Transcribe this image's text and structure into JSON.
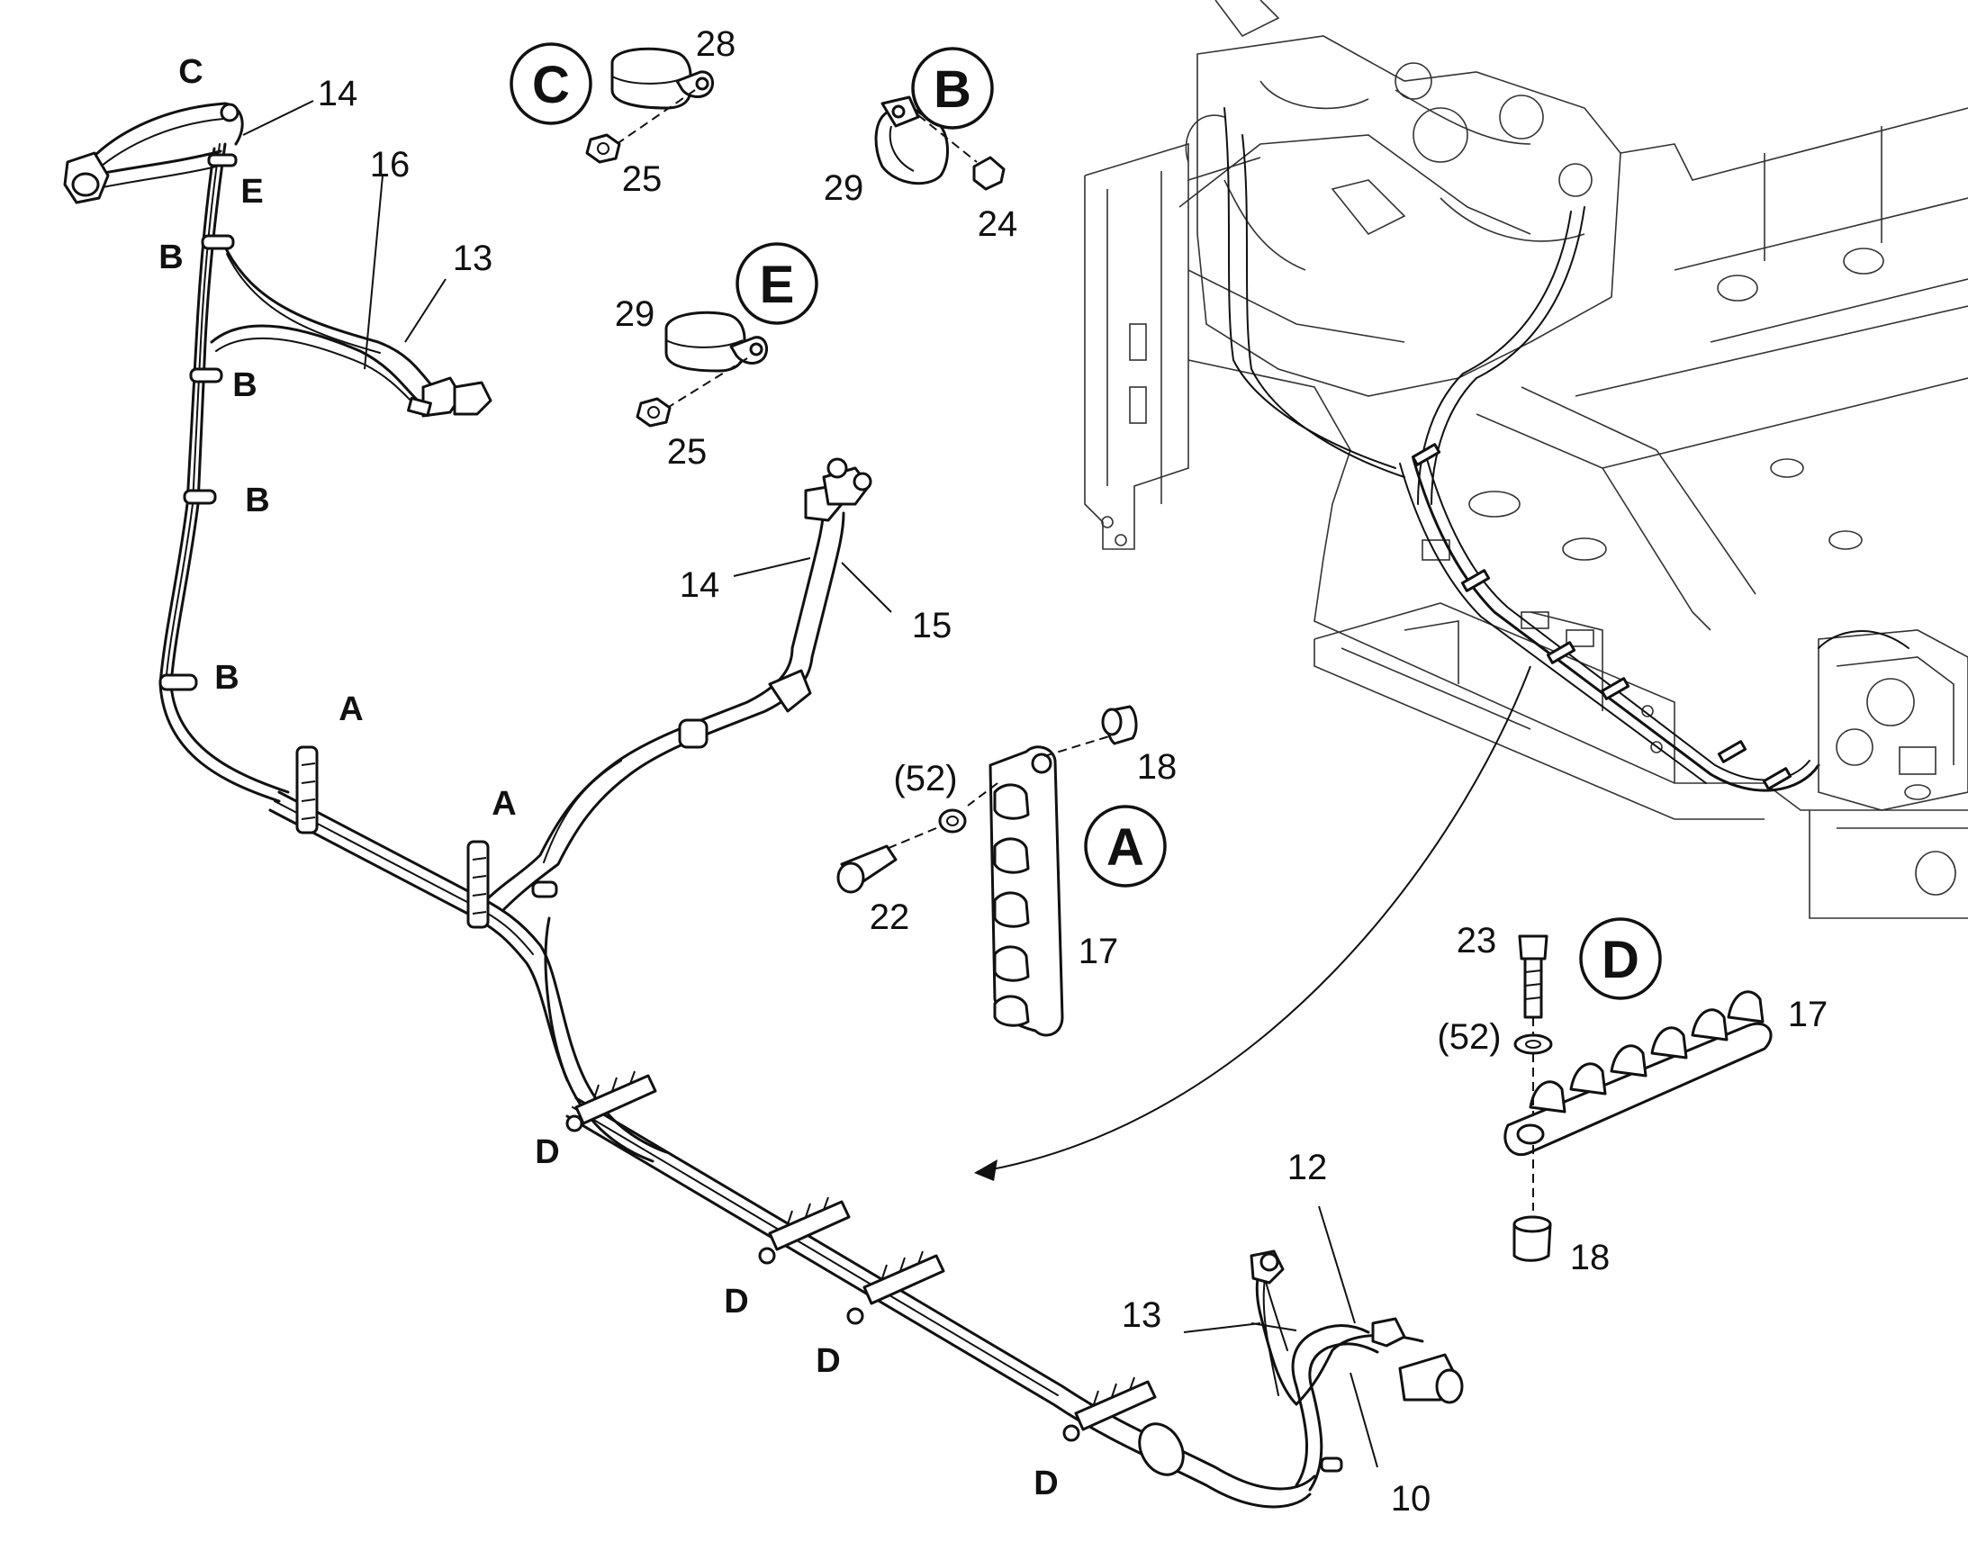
{
  "callouts": {
    "c_top": "C",
    "e_top": "E",
    "b1": "B",
    "b2": "B",
    "b3": "B",
    "b4": "B",
    "a1": "A",
    "a2": "A",
    "d1": "D",
    "d2": "D",
    "d3": "D",
    "d4": "D"
  },
  "part_numbers": {
    "p14_top": "14",
    "p16": "16",
    "p13_top": "13",
    "p28": "28",
    "p25_c": "25",
    "p29_b": "29",
    "p24": "24",
    "p29_e": "29",
    "p25_e": "25",
    "p14_mid": "14",
    "p15": "15",
    "p18_a": "18",
    "p52_a": "(52)",
    "p22": "22",
    "p17_a": "17",
    "p23": "23",
    "p52_d": "(52)",
    "p17_d": "17",
    "p18_d": "18",
    "p12": "12",
    "p13_bottom": "13",
    "p10": "10"
  },
  "details": {
    "c": "C",
    "b": "B",
    "e": "E",
    "a": "A",
    "d": "D"
  }
}
